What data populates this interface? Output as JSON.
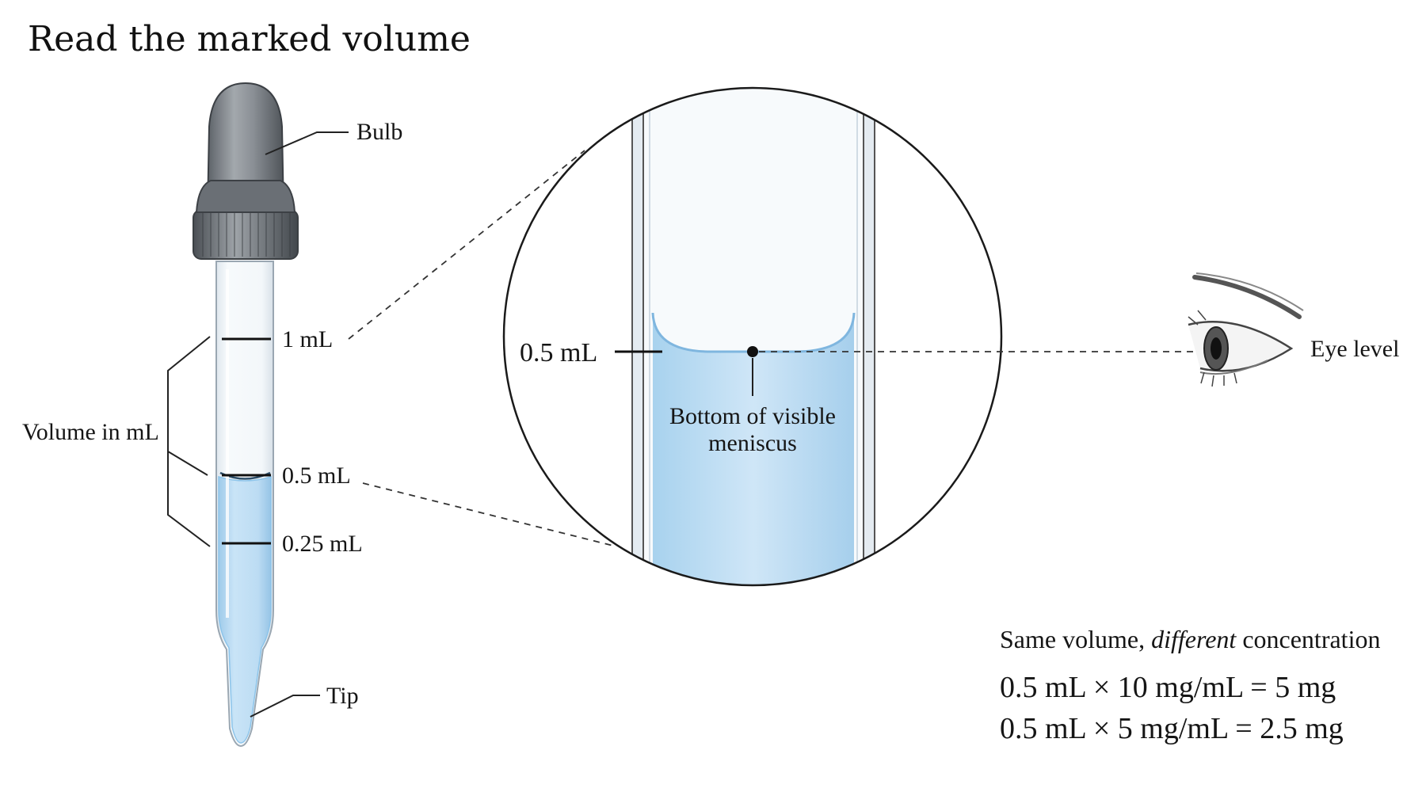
{
  "title": "Read the marked volume",
  "dropper": {
    "bulb_label": "Bulb",
    "tip_label": "Tip",
    "volume_label": "Volume in mL",
    "marks": [
      {
        "label": "1 mL",
        "value_ml": 1
      },
      {
        "label": "0.5 mL",
        "value_ml": 0.5
      },
      {
        "label": "0.25 mL",
        "value_ml": 0.25
      }
    ],
    "liquid_level_ml": 0.5
  },
  "magnifier": {
    "mark_label": "0.5 mL",
    "meniscus_label_line1": "Bottom of visible",
    "meniscus_label_line2": "meniscus"
  },
  "eye": {
    "label": "Eye level",
    "icon": "eye-icon"
  },
  "concentration": {
    "heading_pre": "Same volume, ",
    "heading_italic": "different",
    "heading_post": " concentration",
    "formulas": [
      "0.5 mL × 10 mg/mL = 5 mg",
      "0.5 mL × 5 mg/mL = 2.5 mg"
    ]
  },
  "colors": {
    "liquid": "#b8dcf4",
    "liquid_edge": "#8cc4ea",
    "bulb": "#7d8288",
    "glass": "#f1f6fa",
    "ink": "#151515"
  }
}
